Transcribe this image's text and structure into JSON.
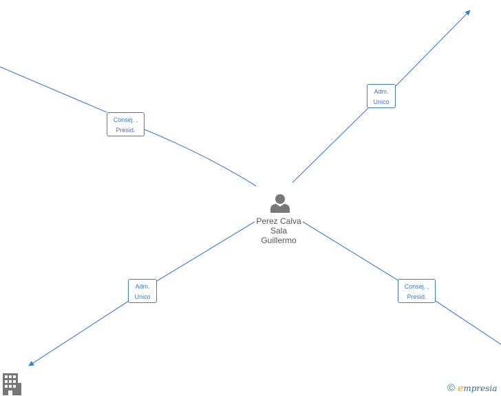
{
  "center_node": {
    "name_lines": [
      "Perez Calva",
      "Sala",
      "Guillermo"
    ],
    "icon": "person-icon"
  },
  "edges": [
    {
      "id": "top-left",
      "label_lines": [
        "Consej. ,",
        "Presid."
      ]
    },
    {
      "id": "top-right",
      "label_lines": [
        "Adm.",
        "Unico"
      ]
    },
    {
      "id": "bottom-left",
      "label_lines": [
        "Adm.",
        "Unico"
      ]
    },
    {
      "id": "bottom-right",
      "label_lines": [
        "Consej. ,",
        "Presid."
      ]
    }
  ],
  "company_node": {
    "icon": "building-icon"
  },
  "footer": {
    "copyright_symbol": "©",
    "brand_initial": "e",
    "brand_rest": "mpresia"
  },
  "colors": {
    "edge": "#3a7bd5",
    "icon": "#777777",
    "text": "#555555",
    "brand": "#2a6f7a",
    "brand_accent": "#f39c12"
  }
}
